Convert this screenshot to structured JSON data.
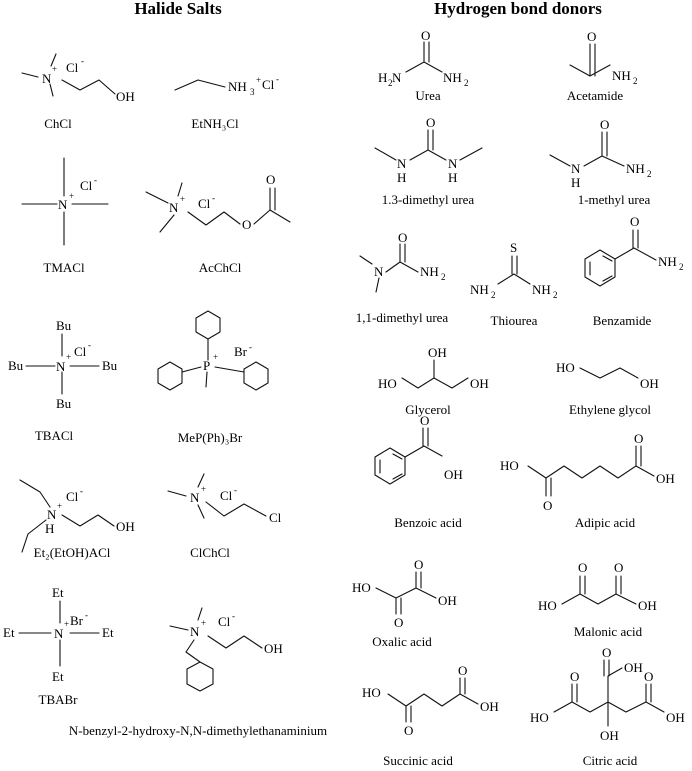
{
  "headers": {
    "halide": "Halide Salts",
    "hbd": "Hydrogen bond donors"
  },
  "halide_salts": [
    "ChCl",
    "EtNH₃Cl",
    "TMACl",
    "AcChCl",
    "TBACl",
    "MeP(Ph)₃Br",
    "Et₂(EtOH)ACl",
    "ClChCl",
    "TBABr",
    "N-benzyl-2-hydroxy-N,N-dimethylethanaminium"
  ],
  "hydrogen_bond_donors": [
    "Urea",
    "Acetamide",
    "1.3-dimethyl urea",
    "1-methyl urea",
    "1,1-dimethyl urea",
    "Thiourea",
    "Benzamide",
    "Glycerol",
    "Ethylene glycol",
    "Benzoic acid",
    "Adipic acid",
    "Oxalic acid",
    "Malonic acid",
    "Succinic acid",
    "Citric acid"
  ],
  "atoms": {
    "n": "N",
    "p": "P",
    "o": "O",
    "s": "S",
    "h": "H",
    "oh": "OH",
    "ho": "HO",
    "nh2": "NH",
    "h2n": "H",
    "two": "2",
    "three": "3",
    "plus": "+",
    "minus": "-",
    "cl": "Cl",
    "br": "Br",
    "bu": "Bu",
    "et": "Et"
  }
}
